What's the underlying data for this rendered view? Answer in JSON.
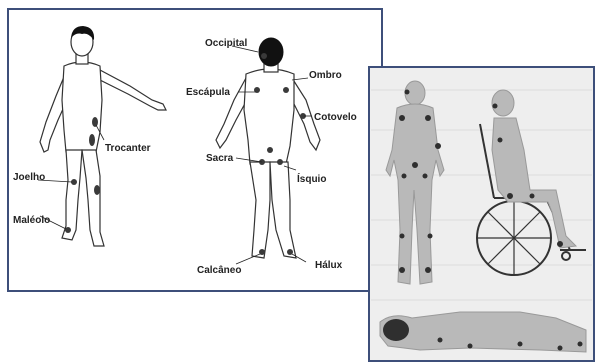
{
  "colors": {
    "frame": "#3d4f7a",
    "body_fill": "#ffffff",
    "body_stroke": "#333333",
    "hair": "#111111",
    "dot": "#3a3a3a",
    "photo_bg": "#eeeeee",
    "photo_body": "#b9b9b9"
  },
  "labels": {
    "occipital": "Occipital",
    "ombro": "Ombro",
    "escapula": "Escápula",
    "cotovelo": "Cotovelo",
    "trocanter": "Trocanter",
    "sacra": "Sacra",
    "isquio": "Ísquio",
    "joelho": "Joelho",
    "maleolo": "Maléolo",
    "calcaneo": "Calcâneo",
    "halux": "Hálux"
  }
}
